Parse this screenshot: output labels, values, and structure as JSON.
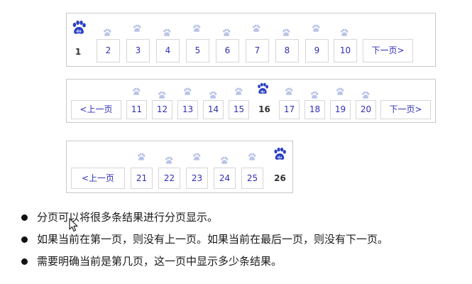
{
  "pagers": [
    {
      "prev_label": "",
      "pages": [
        "1",
        "2",
        "3",
        "4",
        "5",
        "6",
        "7",
        "8",
        "9",
        "10"
      ],
      "current": "1",
      "next_label": "下一页>"
    },
    {
      "prev_label": "<上一页",
      "pages": [
        "11",
        "12",
        "13",
        "14",
        "15",
        "16",
        "17",
        "18",
        "19",
        "20"
      ],
      "current": "16",
      "next_label": "下一页>"
    },
    {
      "prev_label": "<上一页",
      "pages": [
        "21",
        "22",
        "23",
        "24",
        "25",
        "26"
      ],
      "current": "26",
      "next_label": ""
    }
  ],
  "icons": {
    "current_marker": "baidu-paw-icon-large",
    "page_marker": "baidu-paw-icon-small",
    "cursor": "mouse-cursor-icon"
  },
  "colors": {
    "link": "#2f2fb8",
    "border": "#d6d6d6",
    "paw_large": "#2a3fc7",
    "paw_small": "#b9c2e8"
  },
  "notes": [
    "分页可以将很多条结果进行分页显示。",
    "如果当前在第一页，则没有上一页。如果当前在最后一页，则没有下一页。",
    "需要明确当前是第几页，这一页中显示多少条结果。"
  ]
}
